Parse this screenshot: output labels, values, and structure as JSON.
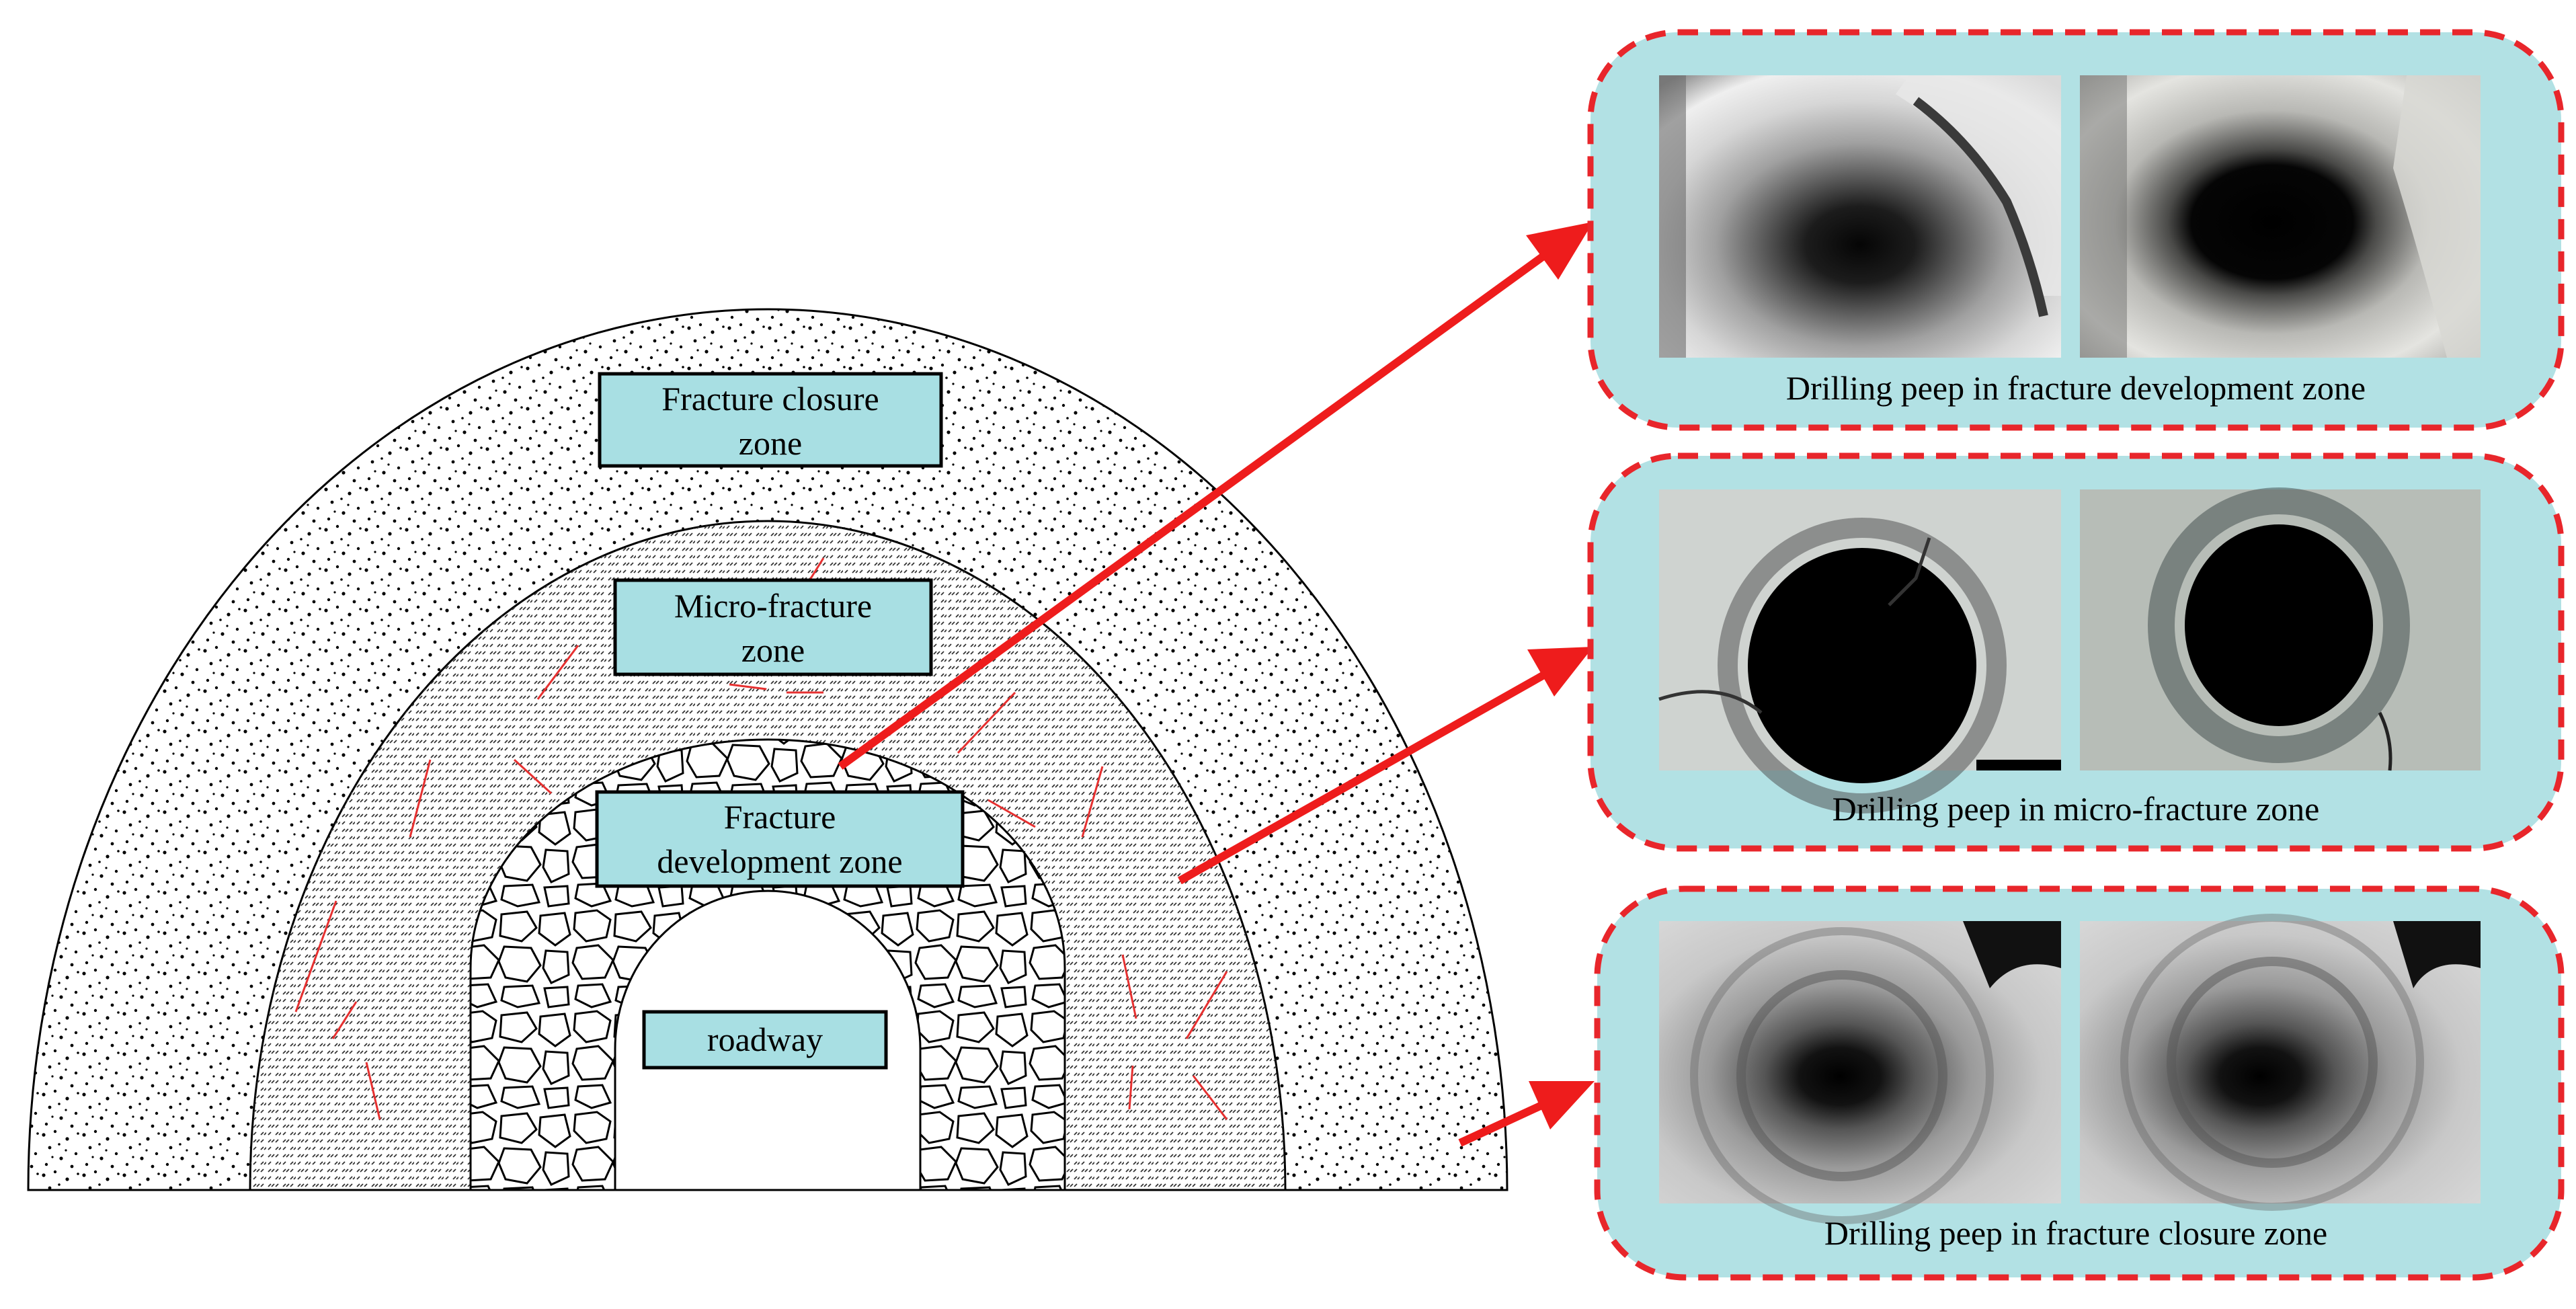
{
  "zones": {
    "closure": "Fracture closure zone",
    "micro": "Micro-fracture zone",
    "development": "Fracture development zone",
    "roadway": "roadway"
  },
  "label_lines": {
    "closure": [
      "Fracture closure",
      "zone"
    ],
    "micro": [
      "Micro-fracture",
      "zone"
    ],
    "development": [
      "Fracture",
      "development zone"
    ]
  },
  "panels": [
    {
      "caption": "Drilling peep in fracture development zone",
      "zone": "development"
    },
    {
      "caption": "Drilling peep in micro-fracture zone",
      "zone": "micro"
    },
    {
      "caption": "Drilling peep in fracture closure zone",
      "zone": "closure"
    }
  ],
  "colors": {
    "label_fill": "#a8dfe3",
    "panel_fill": "#b2e1e4",
    "arrow": "#ee1c1c",
    "dash_border": "#e8262b",
    "line": "#000000",
    "crack": "#e63030"
  }
}
